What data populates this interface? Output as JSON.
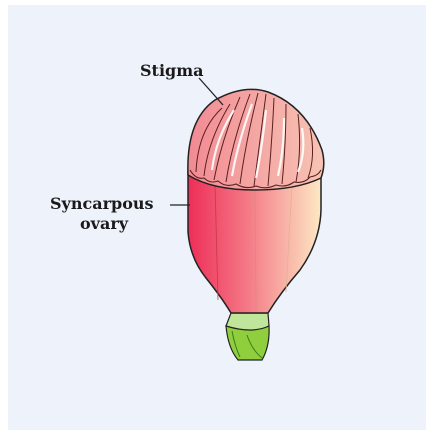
{
  "labels": {
    "stigma": "Stigma",
    "ovary_line1": "Syncarpous",
    "ovary_line2": "ovary"
  },
  "colors": {
    "background": "#eef2fb",
    "ovary_left": "#ee2d58",
    "ovary_right": "#fde8c4",
    "stigma_fill": "#efa0a4",
    "pedicel": "#8fcf3e"
  }
}
